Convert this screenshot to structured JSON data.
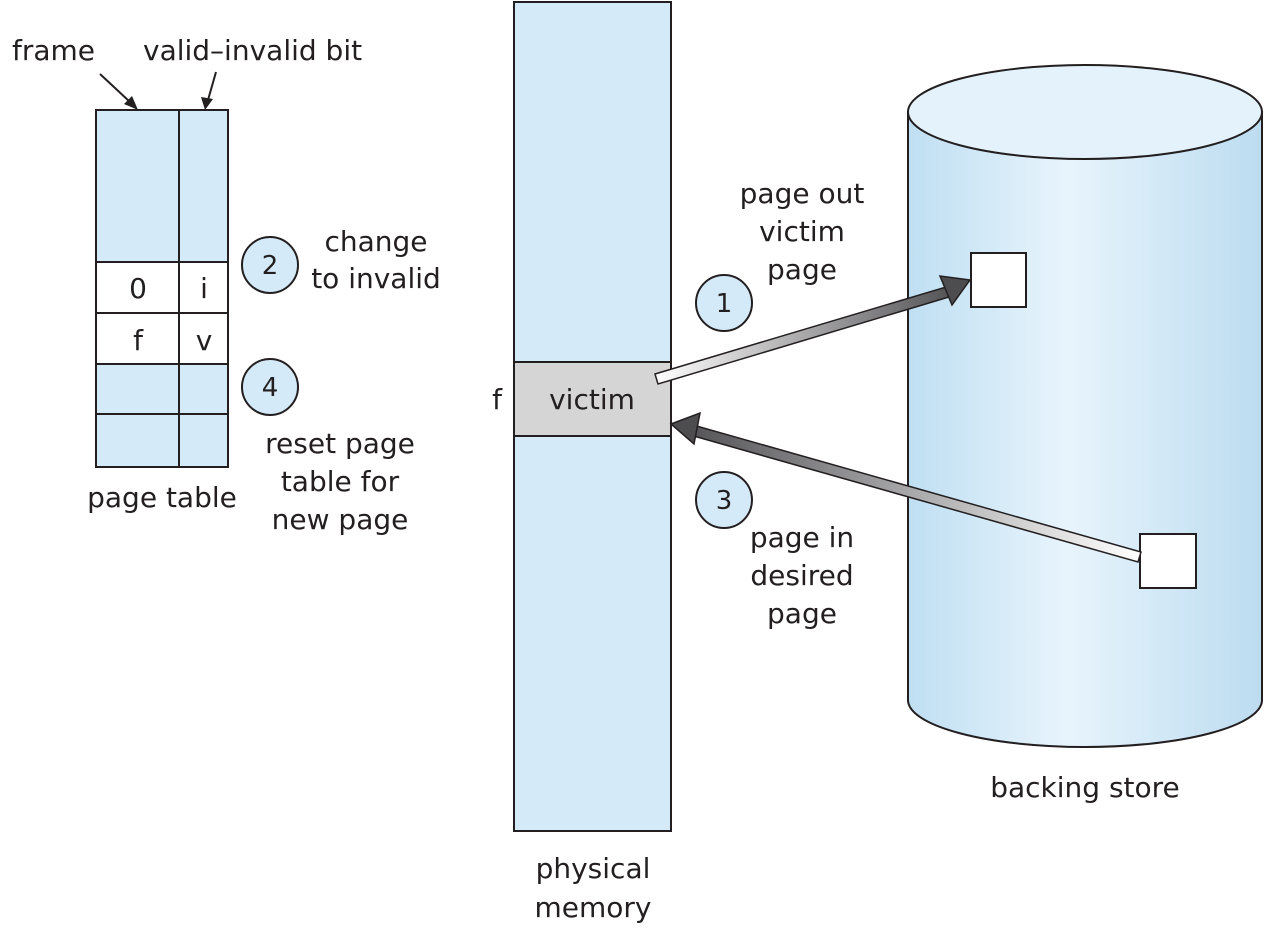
{
  "labels": {
    "frame": "frame",
    "valid_invalid_bit": "valid–invalid bit",
    "page_table": "page table",
    "physical_memory": [
      "physical",
      "memory"
    ],
    "backing_store": "backing store",
    "frame_marker": "f",
    "victim": "victim"
  },
  "page_table": {
    "rows": [
      {
        "frame": "",
        "bit": ""
      },
      {
        "frame": "0",
        "bit": "i"
      },
      {
        "frame": "f",
        "bit": "v"
      },
      {
        "frame": "",
        "bit": ""
      },
      {
        "frame": "",
        "bit": ""
      }
    ]
  },
  "steps": [
    {
      "number": "1",
      "text": [
        "page out",
        "victim",
        "page"
      ]
    },
    {
      "number": "2",
      "text": [
        "change",
        "to invalid"
      ]
    },
    {
      "number": "3",
      "text": [
        "page in",
        "desired",
        "page"
      ]
    },
    {
      "number": "4",
      "text": [
        "reset page",
        "table for",
        "new page"
      ]
    }
  ],
  "colors": {
    "fill_light_blue": "#d4eaf8",
    "victim_gray": "#d5d5d5",
    "stroke": "#231f20",
    "arrow_dark": "#4d4d4f"
  }
}
